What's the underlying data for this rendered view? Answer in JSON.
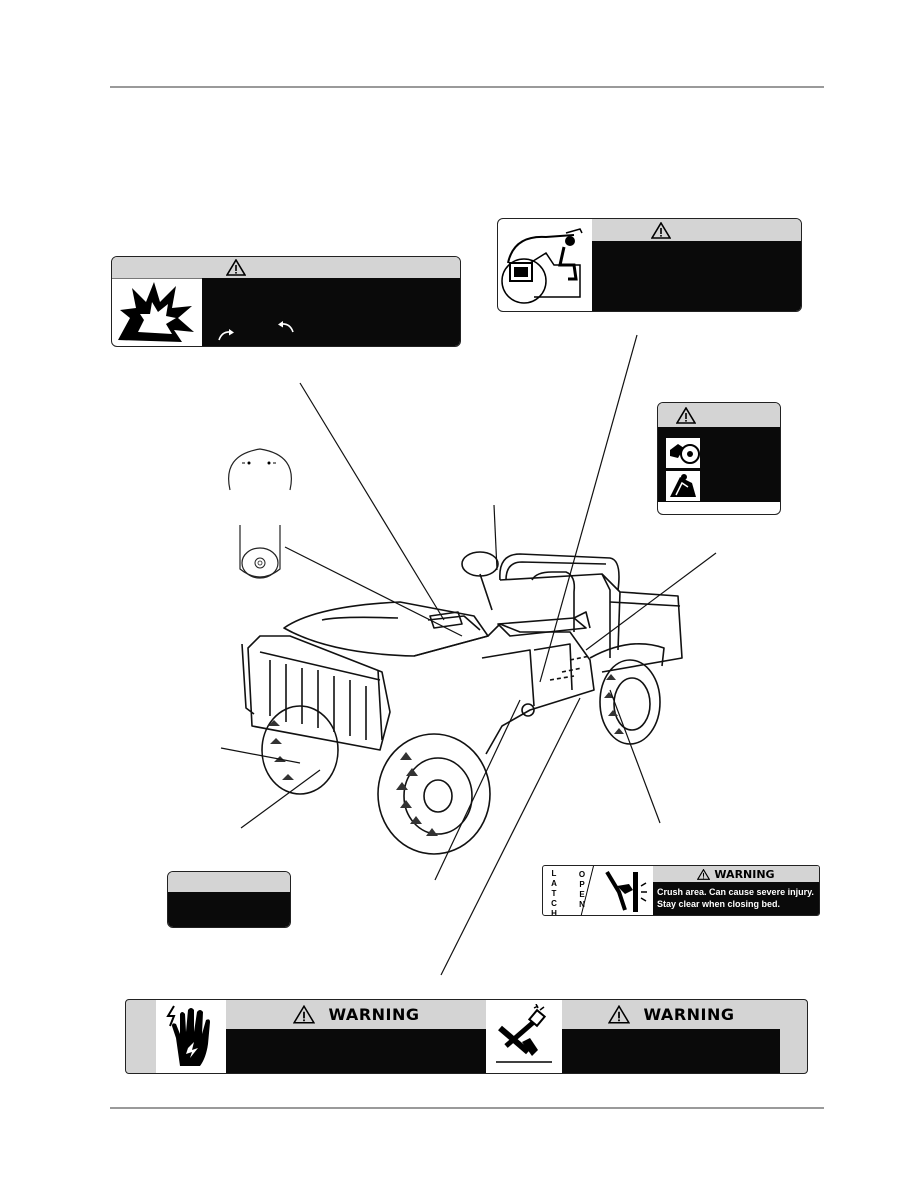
{
  "decals": {
    "latch": {
      "latch_text": "LATCH",
      "open_text": "OPEN",
      "header": "WARNING",
      "body_line1": "Crush area. Can cause severe injury.",
      "body_line2": "Stay clear when closing bed."
    },
    "electrical": {
      "header": "WARNING"
    },
    "wrench": {
      "header": "WARNING"
    }
  },
  "icons": [
    "warning-triangle-icon",
    "explosion-icon",
    "rotate-arrow-icon",
    "operator-rollover-icon",
    "fan-hazard-icon",
    "belt-entanglement-icon",
    "electric-shock-icon",
    "wrench-icon"
  ],
  "colors": {
    "band": "#d4d4d4",
    "panel": "#0a0a0a",
    "rule": "#9a9a9a"
  }
}
